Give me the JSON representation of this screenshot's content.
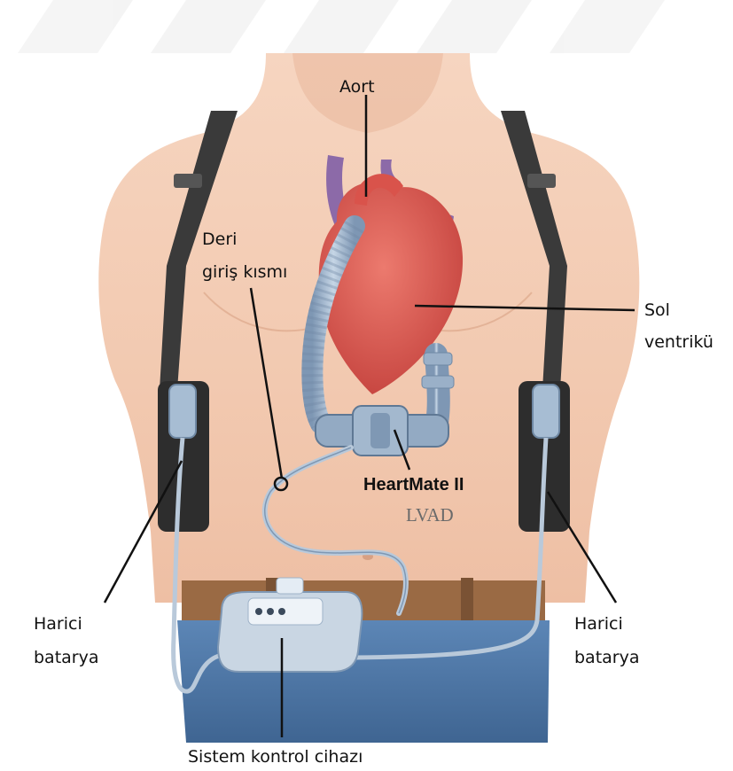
{
  "labels": {
    "aort": "Aort",
    "deri_line1": "Deri",
    "deri_line2": "giriş kısmı",
    "sol_line1": "Sol",
    "sol_line2": "ventrikü",
    "device_name": "HeartMate II",
    "device_type": "LVAD",
    "battery_left_line1": "Harici",
    "battery_left_line2": "batarya",
    "battery_right_line1": "Harici",
    "battery_right_line2": "batarya",
    "controller": "Sistem kontrol cihazı"
  },
  "colors": {
    "skin": "#f2c9b0",
    "skin_shadow": "#e3ad90",
    "strap": "#3a3a3a",
    "jeans": "#4f79aa",
    "belt": "#9a6a44",
    "heart": "#d9534b",
    "vessel": "#8c6aa8",
    "device": "#8fa6c0",
    "leader": "#111111"
  }
}
